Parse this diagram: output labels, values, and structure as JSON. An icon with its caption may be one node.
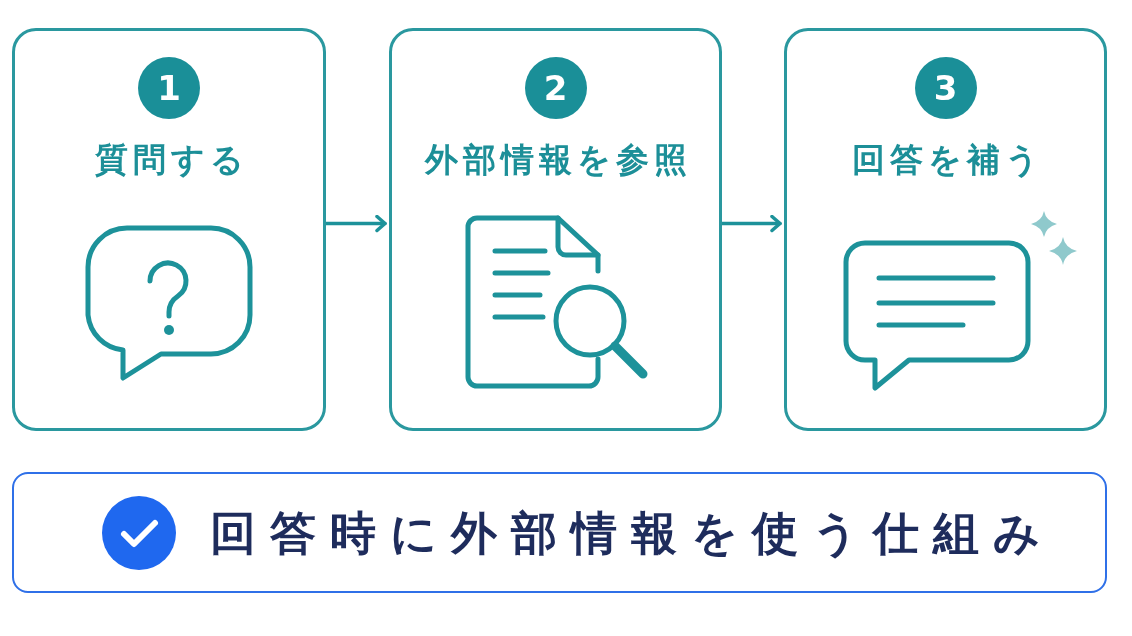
{
  "diagram": {
    "nodes": [
      {
        "text": [
          "1",
          "質問する"
        ]
      },
      {
        "text": [
          "2",
          "外部情報を参照"
        ]
      },
      {
        "text": [
          "3",
          "回答を補う"
        ]
      },
      {
        "text": [
          "回答時に外部情報を使う仕組み"
        ]
      }
    ],
    "edges": [
      {
        "from": 0,
        "to": 1,
        "arrow": "to"
      },
      {
        "from": 1,
        "to": 2,
        "arrow": "to"
      }
    ]
  }
}
